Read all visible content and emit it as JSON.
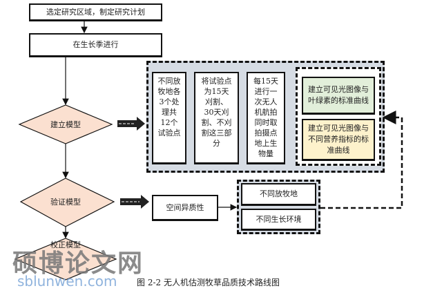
{
  "steps": {
    "plan": "选定研究区域，制定研究计划",
    "season": "在生长季进行"
  },
  "decisions": {
    "build": "建立模型",
    "verify": "验证模型",
    "correct": "校正模型"
  },
  "build_details": {
    "col1": "不同放牧地各3个处理共12个试验点",
    "col2": "将试验点为15天刈割、30天刈割、不刈割这三部分",
    "col3": "每15天进行一次无人机航拍同时取拍摄点地上生物量",
    "curve1": "建立可见光图像与叶绿素的标准曲线",
    "curve2": "建立可见光图像与不同营养指标的标准曲线"
  },
  "verify_details": {
    "heterogeneity": "空间异质性",
    "grazing": "不同放牧地",
    "environment": "不同生长环境"
  },
  "watermark": {
    "cn": "硕博论文网",
    "url": "sblunwen.com"
  },
  "caption": "图 2-2 无人机估测牧草品质技术路线图",
  "colors": {
    "diamond": "#fbe0d0",
    "green": "#e2efda",
    "yellow": "#fdf2cc",
    "panel": "#d6dce4"
  }
}
